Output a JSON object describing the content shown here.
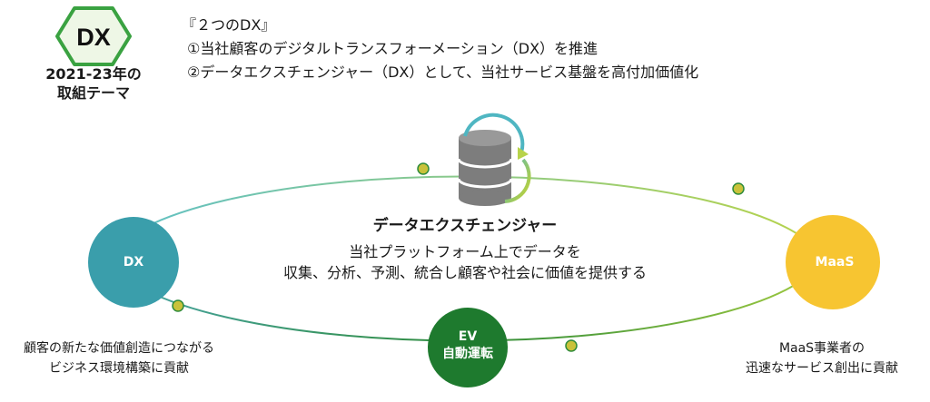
{
  "badge": {
    "hex_text": "DX",
    "year": "2021-23年の",
    "label": "取組テーマ"
  },
  "intro": {
    "heading": "『２つのDX』",
    "item1": "①当社顧客のデジタルトランスフォーメーション（DX）を推進",
    "item2": "②データエクスチェンジャー（DX）として、当社サービス基盤を高付加価値化"
  },
  "center": {
    "title": "データエクスチェンジャー",
    "desc_line1": "当社プラットフォーム上でデータを",
    "desc_line2": "収集、分析、予測、統合し顧客や社会に価値を提供する",
    "icon": "database-sync-icon"
  },
  "nodes": {
    "dx": {
      "label": "DX",
      "color": "#3a9eab"
    },
    "maas": {
      "label": "MaaS",
      "color": "#f7c531"
    },
    "ev": {
      "line1": "EV",
      "line2": "自動運転",
      "color": "#1e7a2e"
    }
  },
  "captions": {
    "left_line1": "顧客の新たな価値創造につながる",
    "left_line2": "ビジネス環境構築に貢献",
    "right_line1": "MaaS事業者の",
    "right_line2": "迅速なサービス創出に貢献"
  },
  "colors": {
    "hex_fill": "#eef7e6",
    "hex_stroke": "#3aa241",
    "ring_start": "#5fc0c8",
    "ring_end": "#b7d34a",
    "ring_bottom": "#2e8b3a",
    "dot": "#c9c23a",
    "db": "#7d7d7d"
  }
}
